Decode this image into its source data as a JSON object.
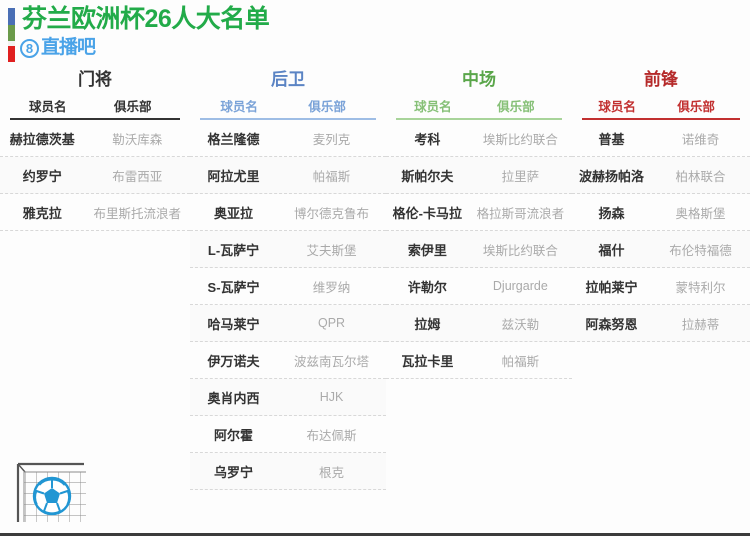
{
  "header": {
    "title": "芬兰欧洲杯26人大名单",
    "brand_badge": "8",
    "brand_text": "直播吧",
    "title_color": "#22ab49",
    "brand_color": "#4aa3e8"
  },
  "table": {
    "headers": {
      "player": "球员名",
      "club": "俱乐部"
    },
    "columns": [
      {
        "title": "门将",
        "accent": "#333333",
        "rows": [
          {
            "player": "赫拉德茨基",
            "club": "勒沃库森"
          },
          {
            "player": "约罗宁",
            "club": "布雷西亚"
          },
          {
            "player": "雅克拉",
            "club": "布里斯托流浪者"
          }
        ]
      },
      {
        "title": "后卫",
        "accent": "#5b84c4",
        "rows": [
          {
            "player": "格兰隆德",
            "club": "麦列克"
          },
          {
            "player": "阿拉尤里",
            "club": "帕福斯"
          },
          {
            "player": "奥亚拉",
            "club": "博尔德克鲁布"
          },
          {
            "player": "L-瓦萨宁",
            "club": "艾夫斯堡"
          },
          {
            "player": "S-瓦萨宁",
            "club": "维罗纳"
          },
          {
            "player": "哈马莱宁",
            "club": "QPR"
          },
          {
            "player": "伊万诺夫",
            "club": "波兹南瓦尔塔"
          },
          {
            "player": "奥肖内西",
            "club": "HJK"
          },
          {
            "player": "阿尔霍",
            "club": "布达佩斯"
          },
          {
            "player": "乌罗宁",
            "club": "根克"
          }
        ]
      },
      {
        "title": "中场",
        "accent": "#5aa64a",
        "rows": [
          {
            "player": "考科",
            "club": "埃斯比约联合"
          },
          {
            "player": "斯帕尔夫",
            "club": "拉里萨"
          },
          {
            "player": "格伦-卡马拉",
            "club": "格拉斯哥流浪者"
          },
          {
            "player": "索伊里",
            "club": "埃斯比约联合"
          },
          {
            "player": "许勒尔",
            "club": "Djurgarde"
          },
          {
            "player": "拉姆",
            "club": "兹沃勒"
          },
          {
            "player": "瓦拉卡里",
            "club": "帕福斯"
          }
        ]
      },
      {
        "title": "前锋",
        "accent": "#b52a2a",
        "rows": [
          {
            "player": "普基",
            "club": "诺维奇"
          },
          {
            "player": "波赫扬帕洛",
            "club": "柏林联合"
          },
          {
            "player": "扬森",
            "club": "奥格斯堡"
          },
          {
            "player": "福什",
            "club": "布伦特福德"
          },
          {
            "player": "拉帕莱宁",
            "club": "蒙特利尔"
          },
          {
            "player": "阿森努恩",
            "club": "拉赫蒂"
          }
        ]
      }
    ]
  },
  "decoration": {
    "goal_icon": "football-goal-icon",
    "ball_color": "#2196d3"
  }
}
